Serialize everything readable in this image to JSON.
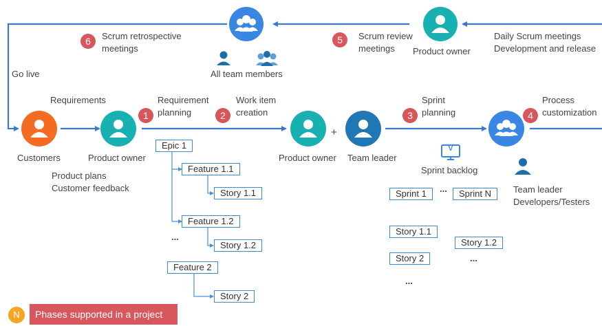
{
  "colors": {
    "line": "#3a78c9",
    "connector": "#4a90d9",
    "orange": "#f36c21",
    "teal": "#18b0b0",
    "blue": "#1f77b4",
    "group_blue": "#3a86e3",
    "phase_red": "#d8575d",
    "legend_orange": "#f5a623",
    "person_dark": "#1f6ea8"
  },
  "top": {
    "retrospective_label": "Scrum retrospective\nmeetings",
    "review_label": "Scrum review\nmeetings",
    "product_owner_label": "Product owner",
    "all_team_members_label": "All team members",
    "daily_label": "Daily Scrum meetings\nDevelopment and release",
    "go_live_label": "Go live"
  },
  "phases": [
    {
      "number": "1",
      "label": "Requirement\nplanning"
    },
    {
      "number": "2",
      "label": "Work item\ncreation"
    },
    {
      "number": "3",
      "label": "Sprint\nplanning"
    },
    {
      "number": "4",
      "label": "Process\ncustomization"
    },
    {
      "number": "5",
      "label": "Scrum review\nmeetings"
    },
    {
      "number": "6",
      "label": "Scrum retrospective\nmeetings"
    }
  ],
  "flow": {
    "customers_label": "Customers",
    "requirements_label": "Requirements",
    "product_owner_label": "Product owner",
    "product_owner2_label": "Product owner",
    "plus_sign": "+",
    "team_leader_label": "Team leader",
    "sprint_backlog_label": "Sprint backlog",
    "backlog_icon_letter": "V",
    "team_roles_label": "Team leader\nDevelopers/Testers",
    "product_plans_label": "Product plans\nCustomer feedback"
  },
  "tree": {
    "epic": "Epic 1",
    "feature_1_1": "Feature 1.1",
    "story_1_1": "Story 1.1",
    "feature_1_2": "Feature 1.2",
    "story_1_2": "Story 1.2",
    "ellipsis": "...",
    "feature_2": "Feature 2",
    "story_2": "Story 2"
  },
  "sprints": {
    "sprint_1": "Sprint 1",
    "between": "...",
    "sprint_n": "Sprint N",
    "story_1_1": "Story 1.1",
    "story_1_2": "Story 1.2",
    "story_2": "Story 2",
    "ellipsis_right": "...",
    "ellipsis_bottom": "..."
  },
  "legend": {
    "badge": "N",
    "label": "Phases supported in a project"
  }
}
